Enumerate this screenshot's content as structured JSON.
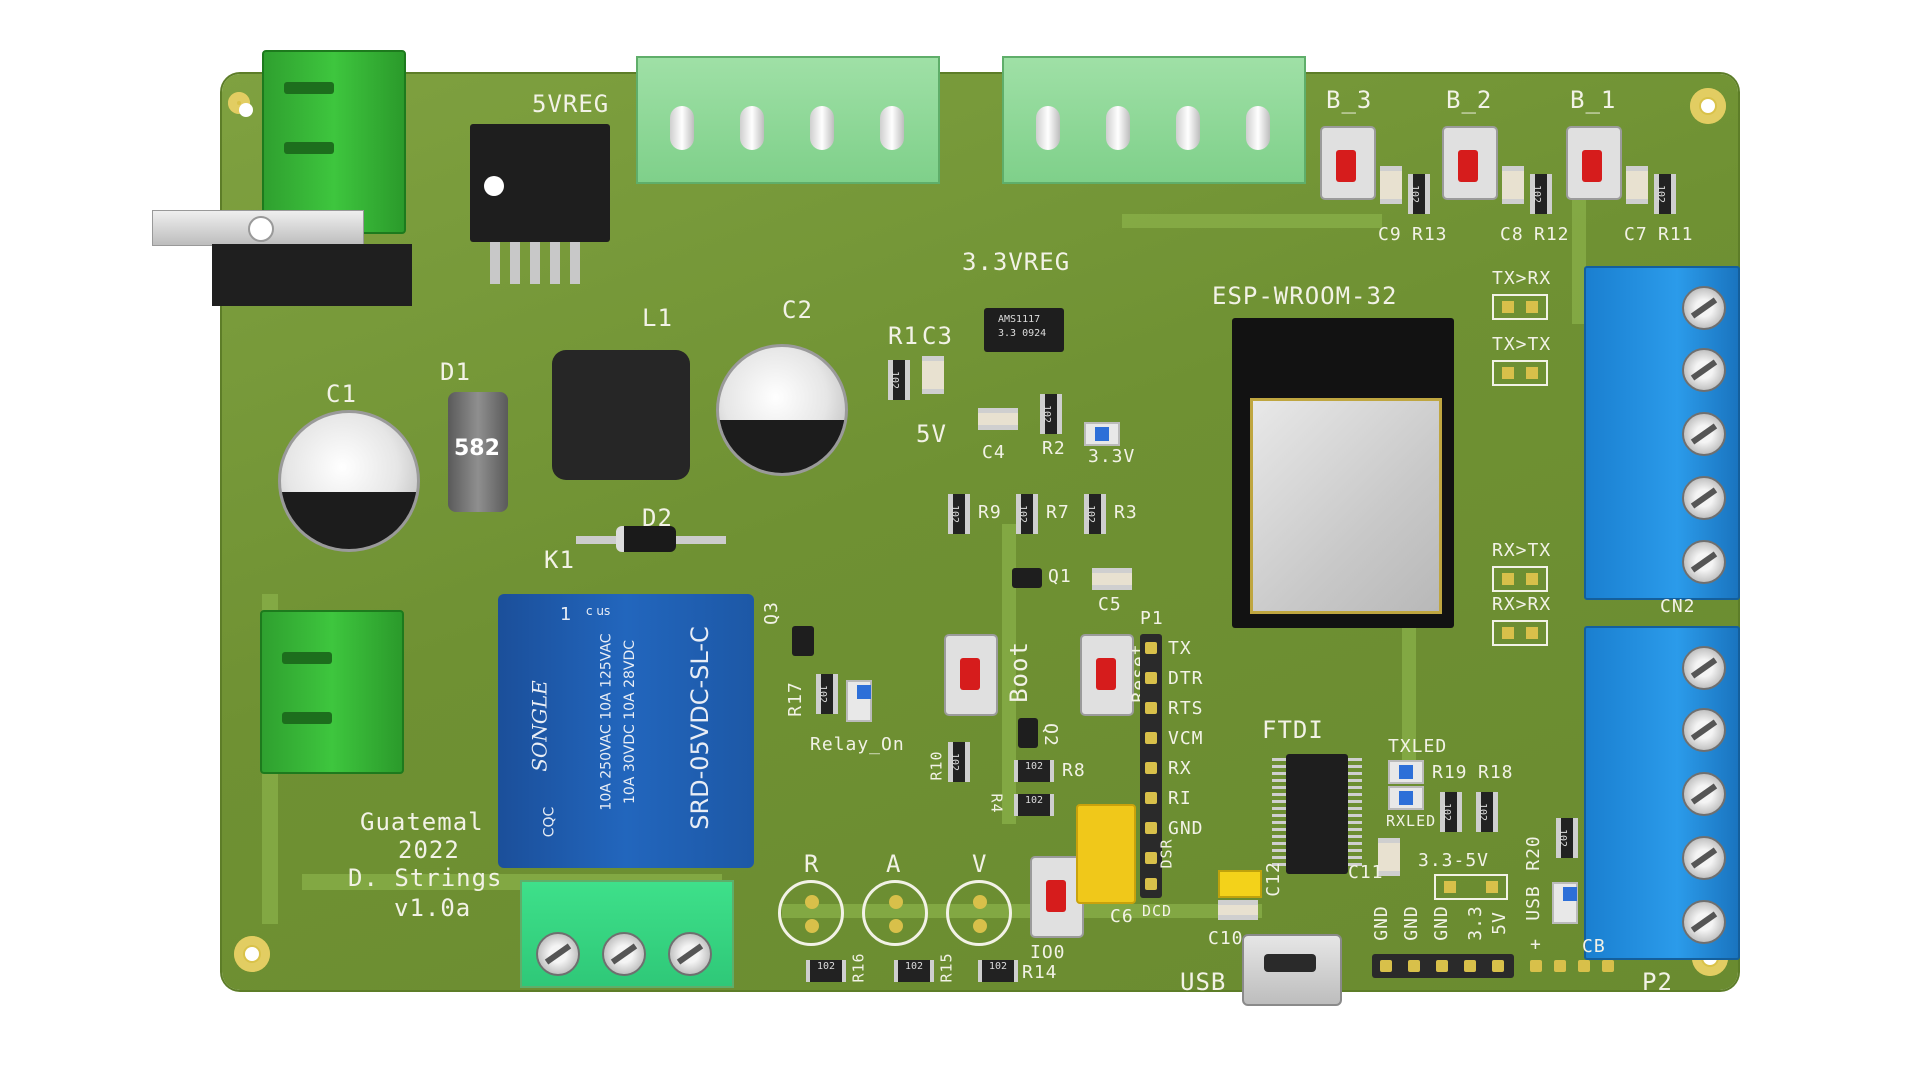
{
  "board": {
    "colors": {
      "pcb": "#6f9133",
      "silkscreen": "#f2f2e6",
      "relay": "#1f5fb5",
      "terminal_blue": "#2b9bea",
      "terminal_green": "#3ec63e",
      "button_red": "#d61c1c"
    },
    "labels": {
      "reg5": "5VREG",
      "reg33": "3.3VREG",
      "b3": "B_3",
      "b2": "B_2",
      "b1": "B_1",
      "c9": "C9",
      "r13": "R13",
      "c8": "C8",
      "r12": "R12",
      "c7": "C7",
      "r11": "R11",
      "esp": "ESP-WROOM-32",
      "txrx": "TX>RX",
      "txtx": "TX>TX",
      "rxtx": "RX>TX",
      "rxrx": "RX>RX",
      "cn2": "CN2",
      "l1": "L1",
      "c2": "C2",
      "r1": "R1",
      "c3": "C3",
      "d1": "D1",
      "c1": "C1",
      "v5": "5V",
      "c4": "C4",
      "r2": "R2",
      "v33": "3.3V",
      "d2": "D2",
      "k1": "K1",
      "r9": "R9",
      "r7": "R7",
      "r3": "R3",
      "q1": "Q1",
      "c5": "C5",
      "q3": "Q3",
      "r17": "R17",
      "relay_on": "Relay_On",
      "boot": "Boot",
      "reset": "Reset",
      "q2": "Q2",
      "r10": "R10",
      "r8": "R8",
      "r4": "R4",
      "p1": "P1",
      "p1_pins": [
        "TX",
        "DTR",
        "RTS",
        "VCM",
        "RX",
        "RI",
        "GND",
        "DSR",
        "DCD"
      ],
      "ftdi": "FTDI",
      "txled": "TXLED",
      "rxled": "RXLED",
      "r19": "R19",
      "r18": "R18",
      "r20": "R20",
      "c11": "C11",
      "c12": "C12",
      "c10": "C10",
      "jumper_33_5": "3.3-5V",
      "usb_label": "USB",
      "usb_vert": "USB",
      "usb_plus": "+",
      "c6": "C6",
      "io0": "IO0",
      "led_r": "R",
      "led_a": "A",
      "led_v": "V",
      "r16": "R16",
      "r15": "R15",
      "r14": "R14",
      "p2": "P2",
      "cb": "CB",
      "p2_pins": [
        "GND",
        "GND",
        "GND",
        "3.3",
        "5V"
      ],
      "credit": [
        "Guatemal",
        "2022",
        "D. Strings",
        "v1.0a"
      ]
    },
    "components": {
      "relay": {
        "brand": "SONGLE",
        "model": "SRD-05VDC-SL-C",
        "ratings": [
          "10A 250VAC  10A 125VAC",
          "10A 30VDC  10A 28VDC"
        ],
        "cert": "CQC",
        "pin": "1",
        "ul": "c us"
      },
      "regulator33": {
        "line1": "AMS1117",
        "line2": "3.3 0924"
      },
      "diode": {
        "marking": "582"
      },
      "resistor_code": "102"
    }
  }
}
